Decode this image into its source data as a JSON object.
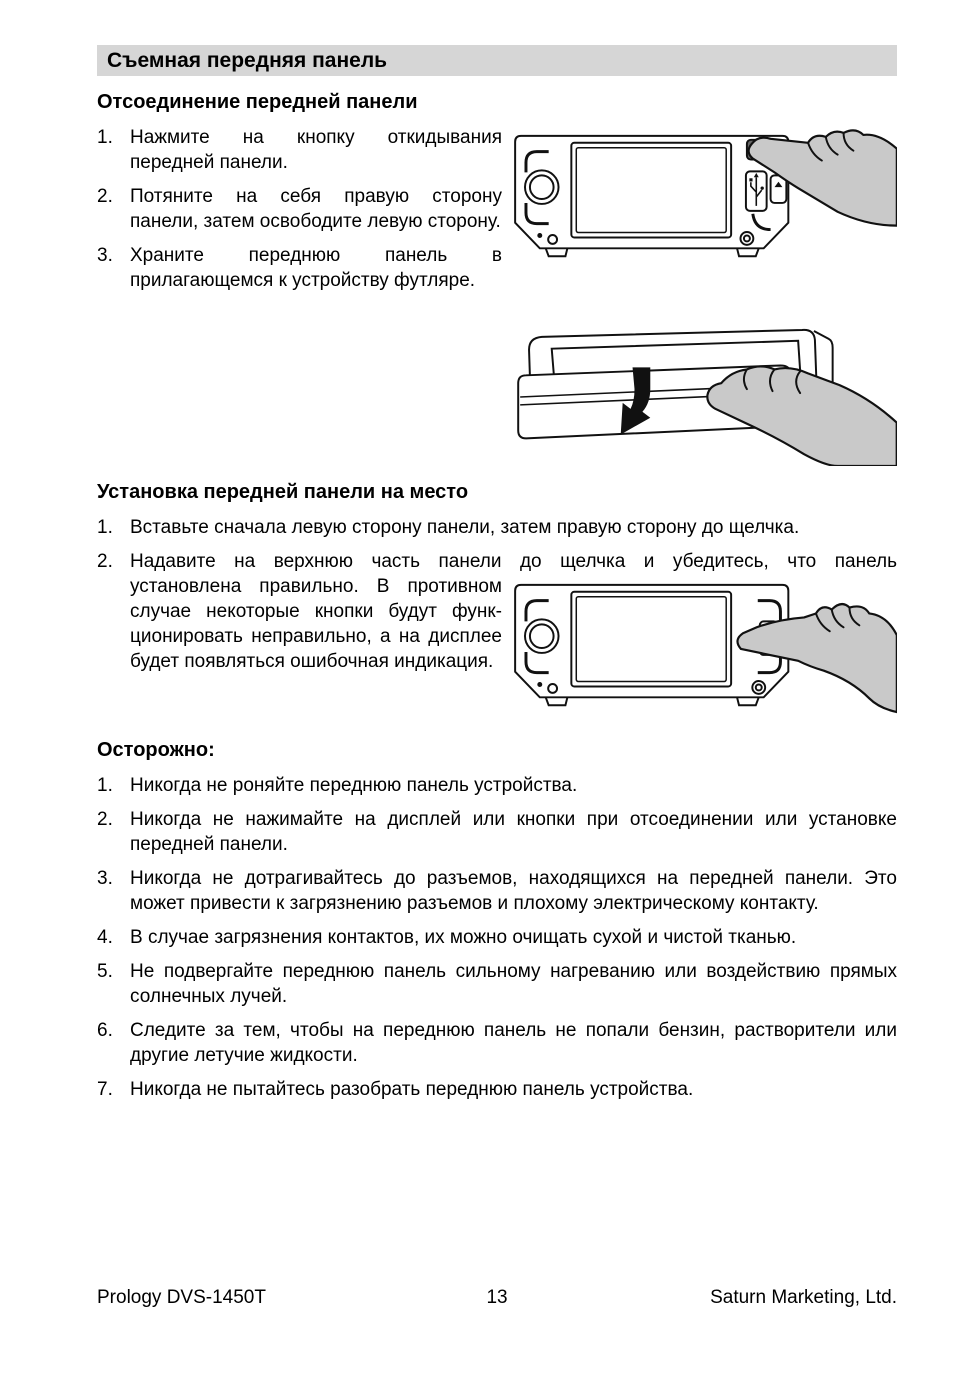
{
  "header": {
    "title": "Съемная передняя панель"
  },
  "sections": {
    "detach": {
      "heading": "Отсоединение передней панели",
      "items": [
        {
          "num": "1.",
          "text": "Нажмите на кнопку откидывания передней панели."
        },
        {
          "num": "2.",
          "text": "Потяните на себя правую сторону панели, затем освободите левую сторону."
        },
        {
          "num": "3.",
          "text": "Храните переднюю панель в прилагающемся к устройству футляре."
        }
      ]
    },
    "install": {
      "heading": "Установка передней панели на место",
      "items": [
        {
          "num": "1.",
          "text": "Вставьте сначала левую сторону панели, затем правую сторону до щелчка."
        },
        {
          "num": "2.",
          "text_wide": "Надавите на верхнюю часть панели до щелчка и убедитесь, что панель",
          "text_narrow": "установлена правильно. В противном случае некоторые кнопки будут функ-ционировать неправильно, а на дисплее будет появляться ошибочная индикация."
        }
      ]
    },
    "caution": {
      "heading": "Осторожно:",
      "items": [
        {
          "num": "1.",
          "text": "Никогда не роняйте переднюю панель устройства."
        },
        {
          "num": "2.",
          "text": "Никогда не нажимайте на дисплей или кнопки при отсоединении или установке передней панели."
        },
        {
          "num": "3.",
          "text": "Никогда не дотрагивайтесь до разъемов, находящихся на передней панели. Это может привести к загрязнению разъемов и плохому электрическому контакту."
        },
        {
          "num": "4.",
          "text": "В случае загрязнения контактов, их можно очищать сухой и чистой тканью."
        },
        {
          "num": "5.",
          "text": "Не подвергайте переднюю панель сильному нагреванию или воздействию прямых солнечных лучей."
        },
        {
          "num": "6.",
          "text": "Следите за тем, чтобы на переднюю панель не попали бензин, растворители или другие летучие жидкости."
        },
        {
          "num": "7.",
          "text": "Никогда не пытайтесь разобрать переднюю панель устройства."
        }
      ]
    }
  },
  "figures": {
    "fig1": "stereo-front-panel-press-release-button",
    "fig2": "front-panel-pull-off",
    "fig3": "front-panel-press-to-install"
  },
  "footer": {
    "left": "Prology DVS-1450T",
    "page_number": "13",
    "right": "Saturn Marketing, Ltd."
  },
  "colors": {
    "section_bar_bg": "#d6d6d6",
    "hand_fill": "#c9c9c9",
    "text": "#000000",
    "page_bg": "#ffffff"
  }
}
